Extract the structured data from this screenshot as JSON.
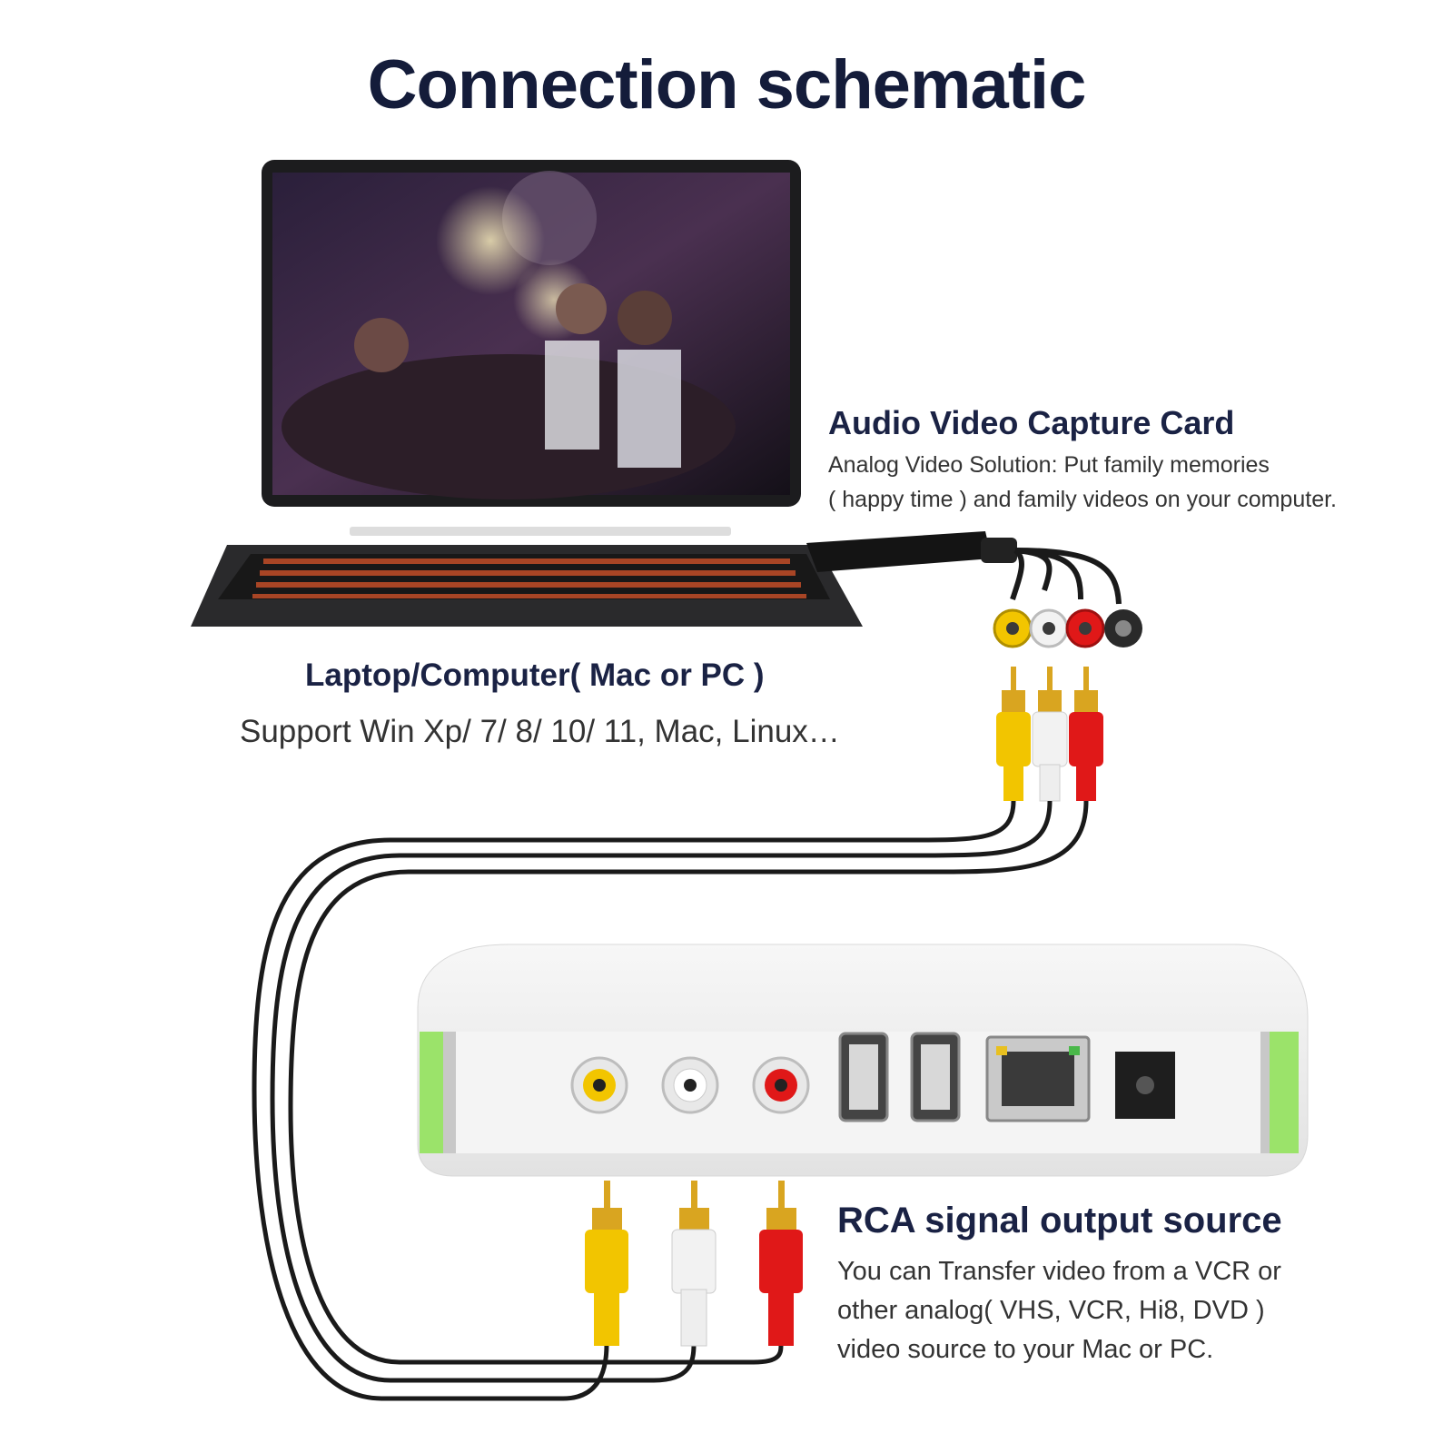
{
  "title": "Connection schematic",
  "capture_card": {
    "title": "Audio Video Capture Card",
    "line1": "Analog Video Solution: Put family memories",
    "line2": "( happy time ) and family videos on your computer."
  },
  "laptop": {
    "title": "Laptop/Computer( Mac or PC )",
    "desc": "Support Win Xp/ 7/ 8/ 10/ 11, Mac, Linux…"
  },
  "rca_source": {
    "title": "RCA signal output source",
    "line1": "You can Transfer video from a VCR or",
    "line2": "other analog( VHS, VCR, Hi8, DVD )",
    "line3": "video source to your Mac or PC."
  },
  "colors": {
    "title": "#141c3a",
    "yellow": "#f2c500",
    "white": "#f2f2f2",
    "red": "#e01818",
    "green_trim": "#9be36a",
    "cable": "#1a1a1a",
    "gold": "#d9a520"
  }
}
